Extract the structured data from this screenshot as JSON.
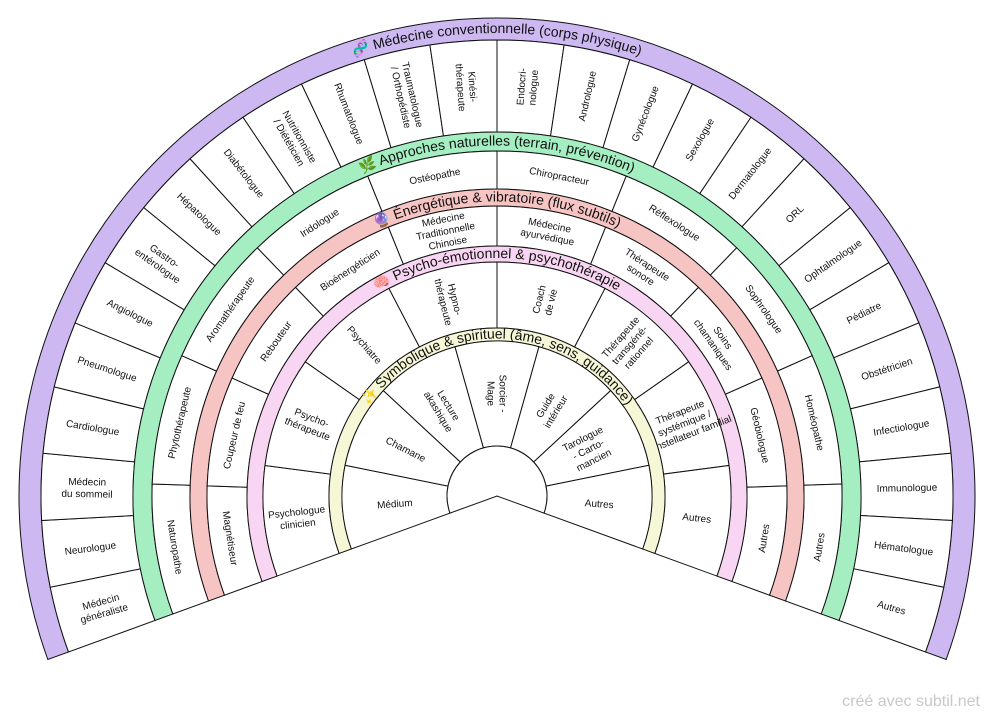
{
  "watermark": "créé avec subtil.net",
  "rings": [
    {
      "title": "Médecine conventionnelle (corps physique)",
      "icon": "dna-icon",
      "color": "#cdb8f2",
      "items": [
        "Médecin\ngénéraliste",
        "Neurologue",
        "Médecin\ndu sommeil",
        "Cardiologue",
        "Pneumologue",
        "Angiologue",
        "Gastro-\nentérologue",
        "Hépatologue",
        "Diabétologue",
        "Nutritionniste\n/ Diététicien",
        "Rhumatologue",
        "Traumatologue\n/ Orthopédiste",
        "Kinési-\nthérapeute",
        "Endocri-\nnologue",
        "Andrologue",
        "Gynécologue",
        "Sexologue",
        "Dermatologue",
        "ORL",
        "Ophtalmologue",
        "Pédiatre",
        "Obstétricien",
        "Infectiologue",
        "Immunologue",
        "Hématologue",
        "Autres"
      ]
    },
    {
      "title": "Approches naturelles (terrain, prévention)",
      "icon": "herb-icon",
      "color": "#a4eec2",
      "items": [
        "Naturopathe",
        "Phytothérapeute",
        "Aromathérapeute",
        "Iridologue",
        "Ostéopathe",
        "Chiropracteur",
        "Réflexologue",
        "Sophrologue",
        "Homéopathe",
        "Autres"
      ]
    },
    {
      "title": "Énergétique & vibratoire (flux subtils)",
      "icon": "crystal-ball-icon",
      "color": "#f7c4c4",
      "items": [
        "Magnétiseur",
        "Coupeur de feu",
        "Rebouteur",
        "Bioénergéticien",
        "Médecine\nTraditionnelle\nChinoise",
        "Médecine\nayurvédique",
        "Thérapeute\nsonore",
        "Soins\nchamaniques",
        "Géobiologue",
        "Autres"
      ]
    },
    {
      "title": "Psycho-émotionnel & psychothérapie",
      "icon": "brain-icon",
      "color": "#f8d5f2",
      "items": [
        "Psychologue\nclinicien",
        "Psycho-\nthérapeute",
        "Psychiatre",
        "Hypno-\nthérapeute",
        "Coach\nde vie",
        "Thérapeute\ntransgéné-\nrationnel",
        "Thérapeute\nsystémique /\nconstellateur familial",
        "Autres"
      ]
    },
    {
      "title": "Symbolique & spirituel (âme, sens, guidance)",
      "icon": "sparkle-star-icon",
      "color": "#f6f7d6",
      "items": [
        "Médium",
        "Chamane",
        "Lecture\nakashique",
        "Sorcier -\nMage",
        "Guide\nintérieur",
        "Tarologue\n- Carto-\nmancien",
        "Autres"
      ]
    }
  ]
}
